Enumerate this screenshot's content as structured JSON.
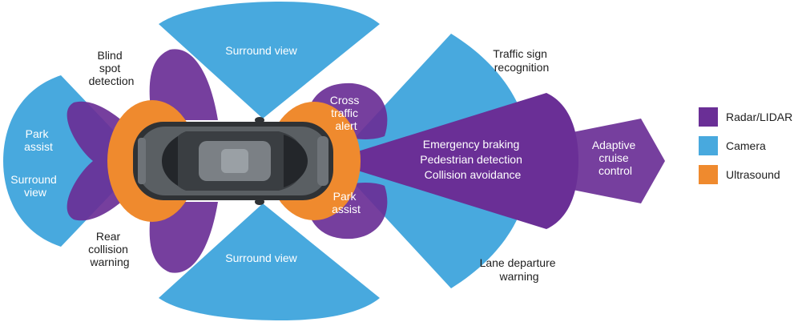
{
  "colors": {
    "radar": "#6a2f96",
    "camera": "#48a9de",
    "ultrasound": "#ef8a2e",
    "text_dark": "#1e1e1e",
    "text_light": "#ffffff"
  },
  "zones": {
    "surround_view_top": "Surround view",
    "surround_view_bottom": "Surround view",
    "blind_spot": [
      "Blind",
      "spot",
      "detection"
    ],
    "park_assist_rear": [
      "Park",
      "assist"
    ],
    "surround_view_rear": [
      "Surround",
      "view"
    ],
    "rear_collision": [
      "Rear",
      "collision",
      "warning"
    ],
    "cross_traffic": [
      "Cross",
      "traffic",
      "alert"
    ],
    "park_assist_front": [
      "Park",
      "assist"
    ],
    "traffic_sign": [
      "Traffic sign",
      "recognition"
    ],
    "front_radar": [
      "Emergency braking",
      "Pedestrian detection",
      "Collision avoidance"
    ],
    "lane_departure": [
      "Lane departure",
      "warning"
    ],
    "adaptive_cruise": [
      "Adaptive",
      "cruise",
      "control"
    ]
  },
  "legend": [
    {
      "label": "Radar/LIDAR",
      "color": "#6a2f96"
    },
    {
      "label": "Camera",
      "color": "#48a9de"
    },
    {
      "label": "Ultrasound",
      "color": "#ef8a2e"
    }
  ]
}
